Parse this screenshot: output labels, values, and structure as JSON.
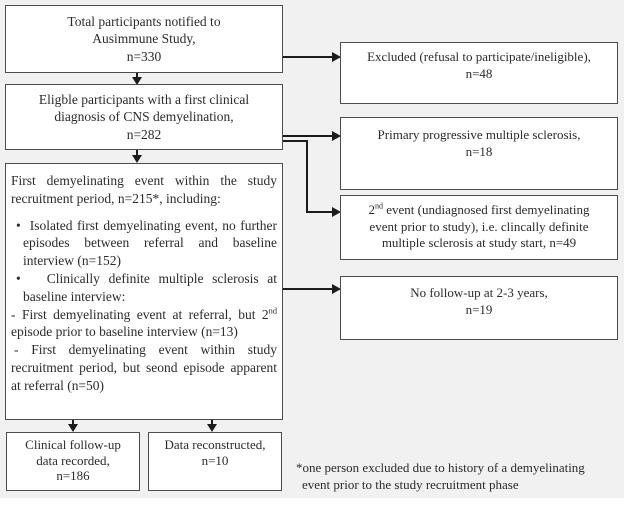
{
  "colors": {
    "background": "#f1f1f1",
    "box_fill": "#ffffff",
    "box_border": "#4d4d4d",
    "arrow": "#1c1c1c",
    "text": "#2b2b2b"
  },
  "diagram": {
    "box_total": {
      "line1": "Total participants notified to",
      "line2": "Ausimmune Study,",
      "line3": "n=330"
    },
    "box_eligible": {
      "line1": "Eligble participants with a first clinical",
      "line2": "diagnosis of CNS demyelination,",
      "line3": "n=282"
    },
    "box_first_event": {
      "intro": "First demyelinating event within the study recruitment period, n=215*, including:",
      "bullet1": "Isolated first demyelinating event, no further episodes between referral and baseline interview (n=152)",
      "bullet2": "Clinically definite multiple sclerosis at baseline interview:",
      "bullet2_sub1_pre": "- First demyelinating event at referral, but 2",
      "bullet2_sub1_sup": "nd",
      "bullet2_sub1_post": " episode prior to baseline interview (n=13)",
      "bullet2_sub2": "- First demyelinating event within study recruitment period, but seond episode apparent at referral (n=50)"
    },
    "box_followup": {
      "line1": "Clinical follow-up",
      "line2": "data recorded,",
      "line3": "n=186"
    },
    "box_reconstructed": {
      "line1": "Data reconstructed,",
      "line2": "n=10"
    },
    "box_excluded": {
      "line1": "Excluded (refusal to participate/ineligible),",
      "line2": "n=48"
    },
    "box_ppms": {
      "line1": "Primary progressive multiple sclerosis,",
      "line2": "n=18"
    },
    "box_second_event": {
      "line1_pre": "2",
      "line1_sup": "nd",
      "line1_post": " event (undiagnosed first demyelinating",
      "line2": "event prior to study), i.e. clincally definite",
      "line3": "multiple sclerosis at study start, n=49"
    },
    "box_no_followup": {
      "line1": "No follow-up at 2-3 years,",
      "line2": "n=19"
    },
    "footnote": {
      "line1": "*one person excluded due to history of a demyelinating",
      "line2": "event prior to the study recruitment phase"
    }
  }
}
